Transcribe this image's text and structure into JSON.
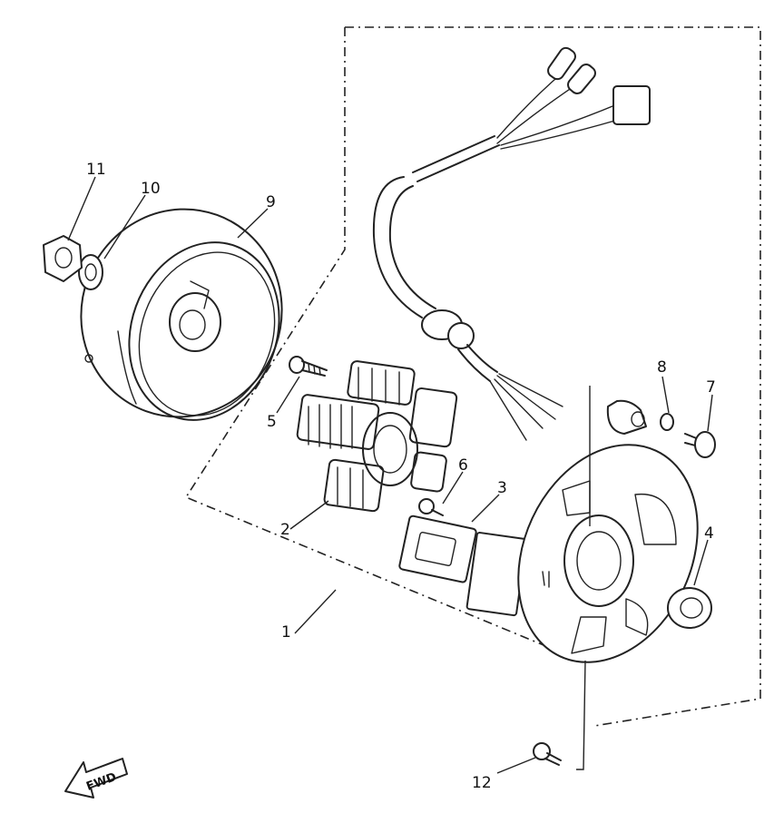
{
  "callouts": {
    "c1": "1",
    "c2": "2",
    "c3": "3",
    "c4": "4",
    "c5": "5",
    "c6": "6",
    "c7": "7",
    "c8": "8",
    "c9": "9",
    "c10": "10",
    "c11": "11",
    "c12": "12"
  },
  "direction_marker": {
    "label": "FWD"
  },
  "colors": {
    "ink": "#222222",
    "background": "#ffffff"
  }
}
